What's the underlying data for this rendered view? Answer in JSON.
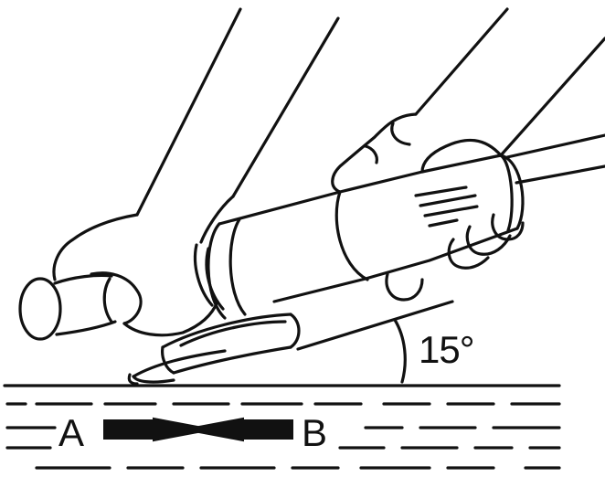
{
  "figure": {
    "angle_label": "15°",
    "direction_start_label": "A",
    "direction_end_label": "B",
    "colors": {
      "ink": "#111111",
      "paper": "#ffffff"
    },
    "icons": {
      "tool": "angle-grinder-icon",
      "hands": "hands-icon",
      "direction": "double-arrow-icon"
    }
  }
}
